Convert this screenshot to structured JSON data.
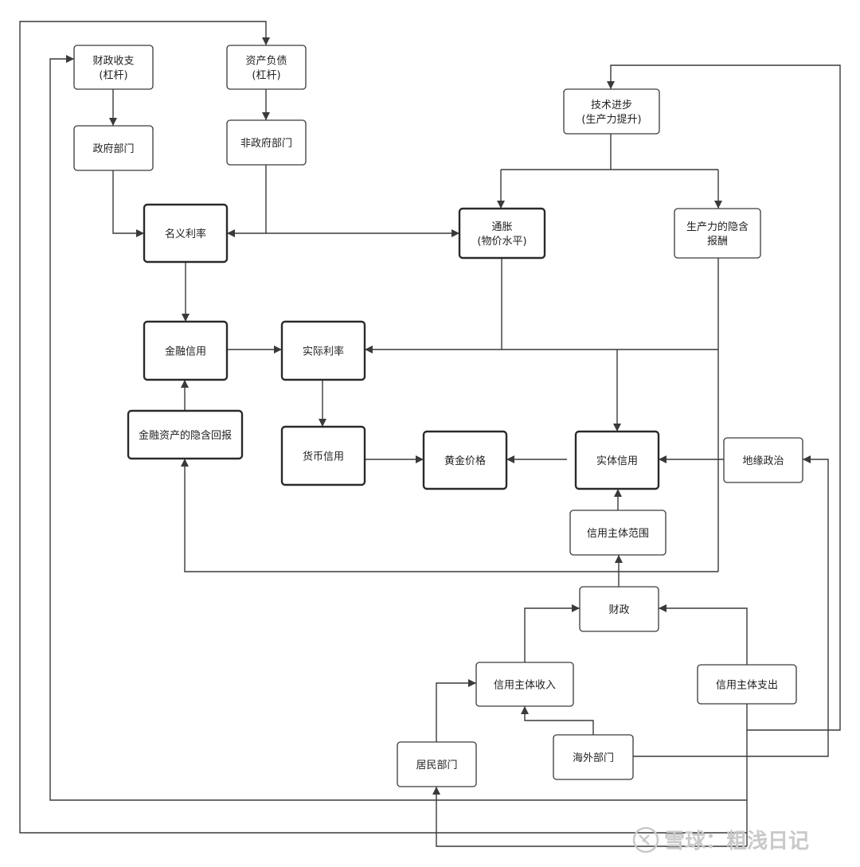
{
  "nodes": {
    "fiscal_balance": [
      "财政收支",
      "(杠杆)"
    ],
    "balance_sheet": [
      "资产负债",
      "(杠杆)"
    ],
    "gov_sector": [
      "政府部门"
    ],
    "nongov_sector": [
      "非政府部门"
    ],
    "nominal_rate": [
      "名义利率"
    ],
    "tech_progress": [
      "技术进步",
      "(生产力提升)"
    ],
    "inflation": [
      "通胀",
      "(物价水平)"
    ],
    "productivity_return": [
      "生产力的隐含",
      "报酬"
    ],
    "financial_credit": [
      "金融信用"
    ],
    "real_rate": [
      "实际利率"
    ],
    "fin_asset_return": [
      "金融资产的隐含回报"
    ],
    "monetary_credit": [
      "货币信用"
    ],
    "gold_price": [
      "黄金价格"
    ],
    "real_credit": [
      "实体信用"
    ],
    "geopolitics": [
      "地缘政治"
    ],
    "credit_scope": [
      "信用主体范围"
    ],
    "fiscal": [
      "财政"
    ],
    "credit_income": [
      "信用主体收入"
    ],
    "credit_expense": [
      "信用主体支出"
    ],
    "household": [
      "居民部门"
    ],
    "overseas": [
      "海外部门"
    ]
  },
  "watermark": "雪球：粗浅日记"
}
